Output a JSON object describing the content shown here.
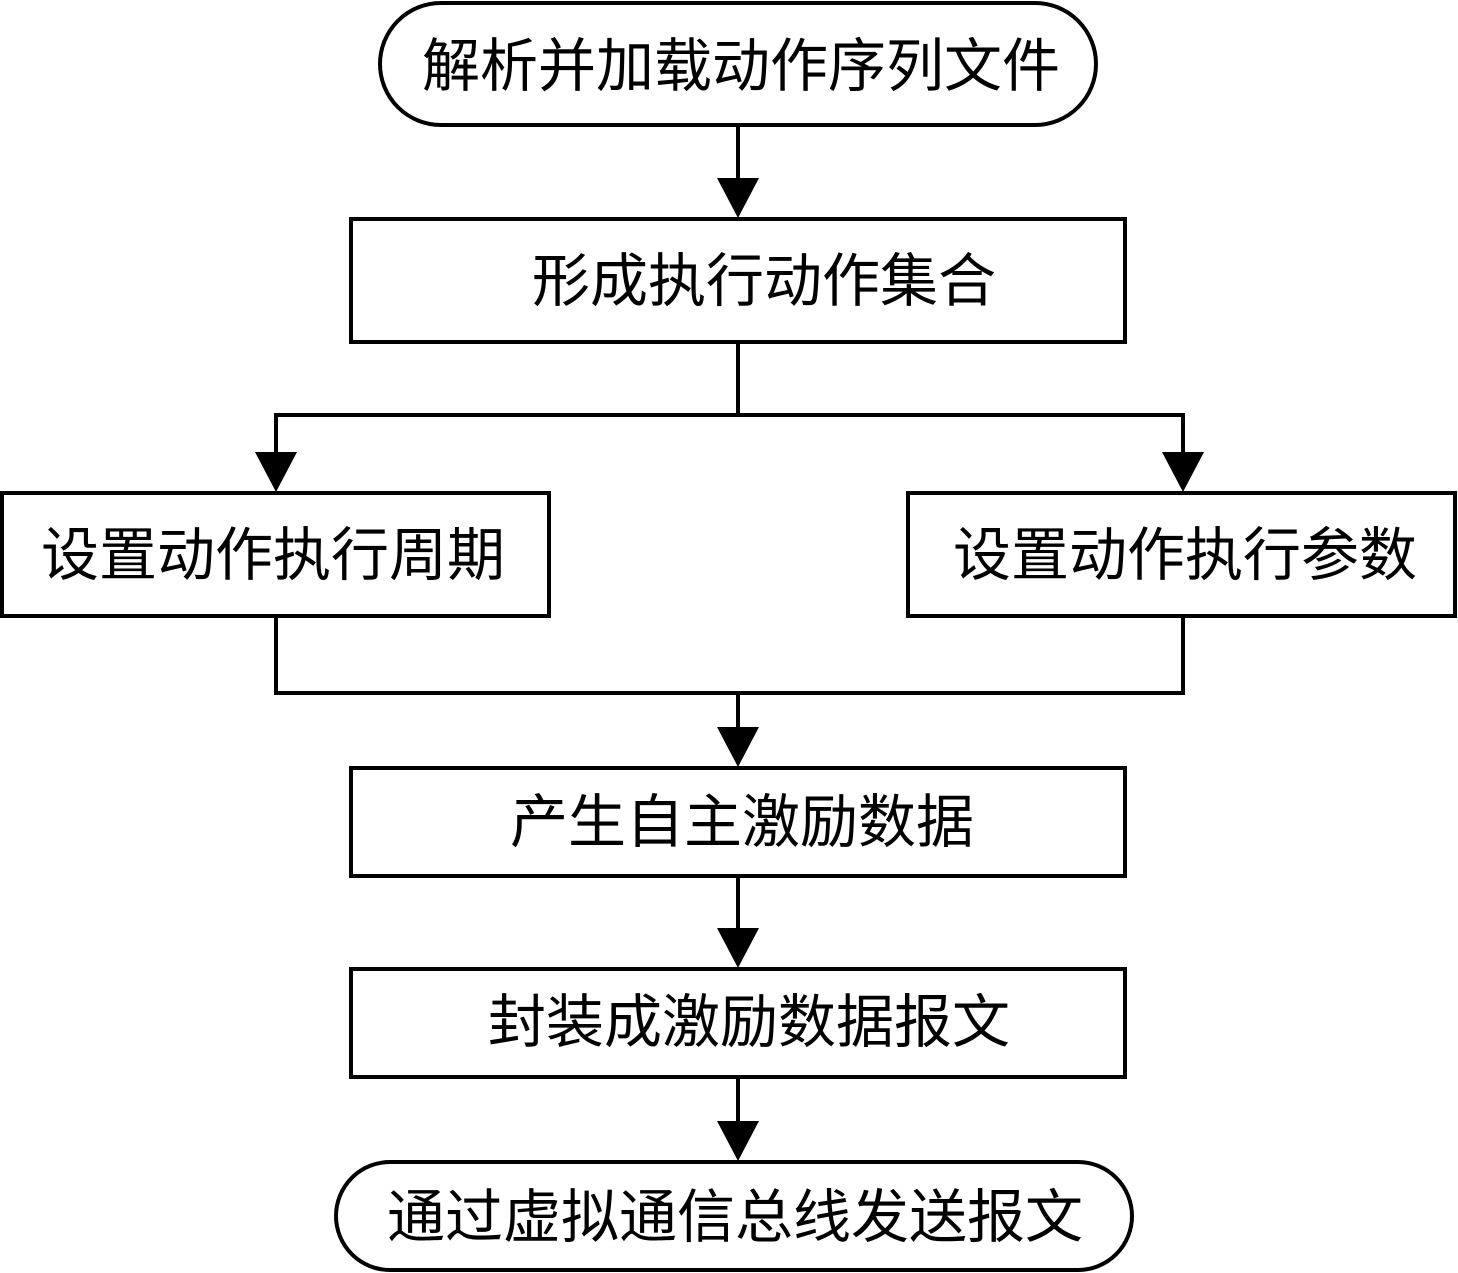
{
  "nodes": {
    "start": "解析并加载动作序列文件",
    "form_set": "形成执行动作集合",
    "set_period": "设置动作执行周期",
    "set_params": "设置动作执行参数",
    "generate": "产生自主激励数据",
    "package": "封装成激励数据报文",
    "end": "通过虚拟通信总线发送报文"
  },
  "edges": [
    {
      "from": "start",
      "to": "form_set"
    },
    {
      "from": "form_set",
      "to": "set_period"
    },
    {
      "from": "form_set",
      "to": "set_params"
    },
    {
      "from": "set_period",
      "to": "generate"
    },
    {
      "from": "set_params",
      "to": "generate"
    },
    {
      "from": "generate",
      "to": "package"
    },
    {
      "from": "package",
      "to": "end"
    }
  ]
}
